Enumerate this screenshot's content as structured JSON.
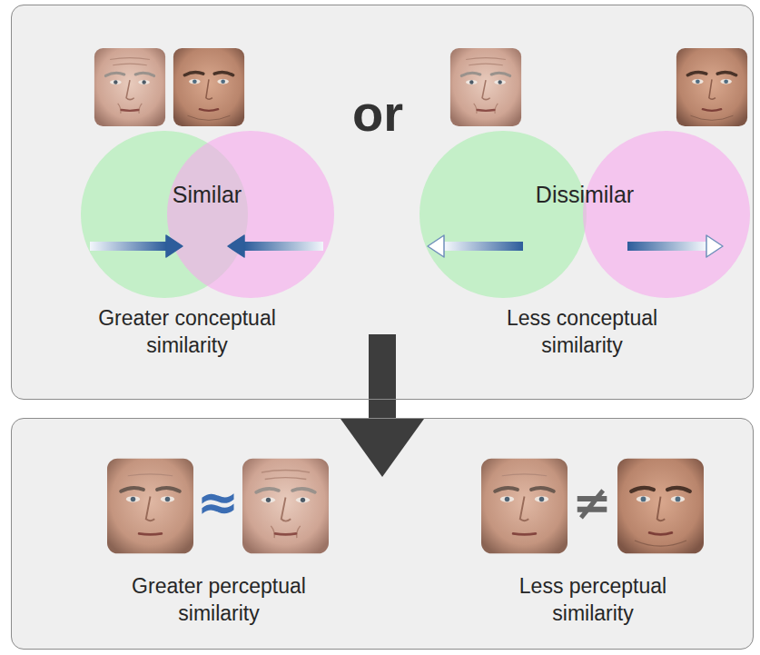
{
  "diagram": {
    "nodes": [
      {
        "text": [
          "or",
          "Greater conceptual similarity",
          "Less conceptual similarity"
        ]
      },
      {
        "text": [
          "Similar"
        ],
        "in": 0
      },
      {
        "text": [
          "Dissimilar"
        ],
        "in": 0
      },
      {
        "text": [
          "Greater perceptual similarity",
          "Less perceptual similarity"
        ]
      }
    ],
    "edges": [
      {
        "from": 0,
        "to": 3,
        "arrow": "to"
      }
    ],
    "labels": [
      "≈",
      "≠"
    ]
  }
}
